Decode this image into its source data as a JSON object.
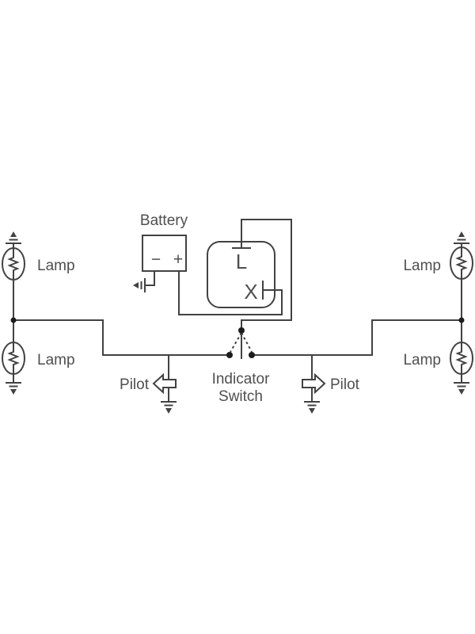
{
  "diagram": {
    "kind": "wiring-diagram",
    "subject": "flasher-unit-indicator-circuit",
    "colors": {
      "background": "#ffffff",
      "line": "#424242",
      "text": "#4f4f4f"
    },
    "battery": {
      "label": "Battery",
      "negative_terminal": "−",
      "positive_terminal": "+"
    },
    "flasher_unit": {
      "terminal_l": "L",
      "terminal_x": "X"
    },
    "indicator_switch": {
      "label_line1": "Indicator",
      "label_line2": "Switch"
    },
    "lamps": [
      {
        "position": "left-top",
        "label": "Lamp"
      },
      {
        "position": "left-bottom",
        "label": "Lamp"
      },
      {
        "position": "right-top",
        "label": "Lamp"
      },
      {
        "position": "right-bottom",
        "label": "Lamp"
      }
    ],
    "pilots": [
      {
        "position": "left",
        "label": "Pilot",
        "arrow_direction": "left"
      },
      {
        "position": "right",
        "label": "Pilot",
        "arrow_direction": "right"
      }
    ]
  }
}
